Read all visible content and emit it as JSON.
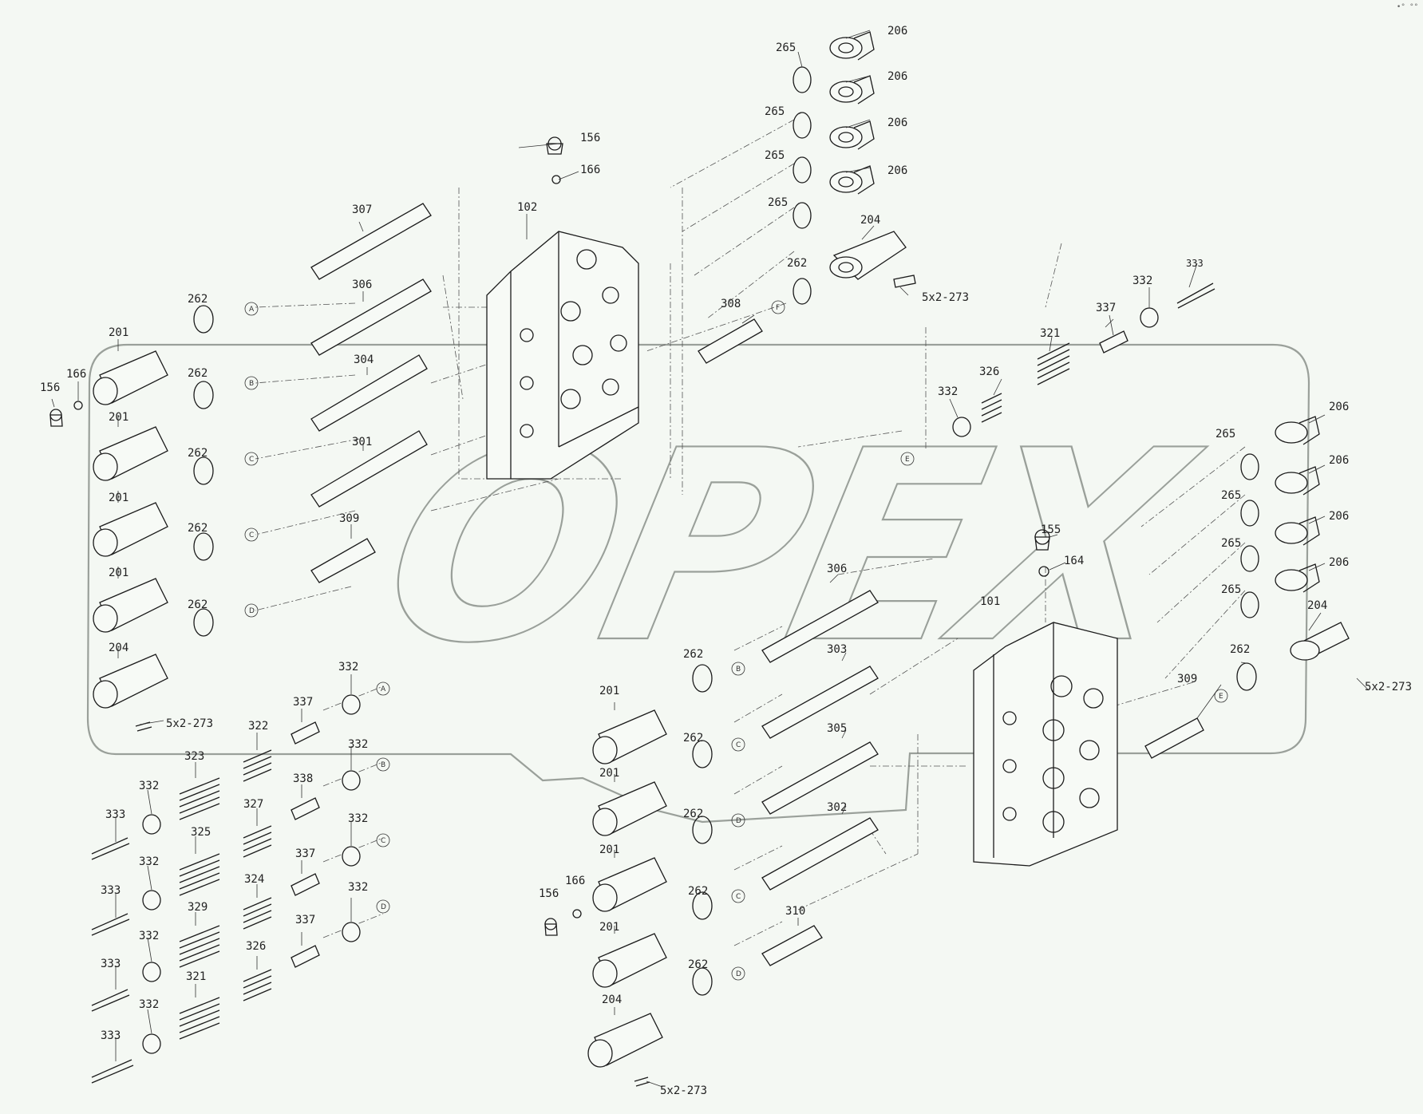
{
  "corner_mark": "•° °°",
  "watermark": "OPEX",
  "part_labels": [
    {
      "id": "lbl-206-a",
      "text": "206"
    },
    {
      "id": "lbl-206-b",
      "text": "206"
    },
    {
      "id": "lbl-206-c",
      "text": "206"
    },
    {
      "id": "lbl-206-d",
      "text": "206"
    },
    {
      "id": "lbl-265-a",
      "text": "265"
    },
    {
      "id": "lbl-265-b",
      "text": "265"
    },
    {
      "id": "lbl-265-c",
      "text": "265"
    },
    {
      "id": "lbl-265-d",
      "text": "265"
    },
    {
      "id": "lbl-156-top",
      "text": "156"
    },
    {
      "id": "lbl-166-top",
      "text": "166"
    },
    {
      "id": "lbl-102",
      "text": "102"
    },
    {
      "id": "lbl-307",
      "text": "307"
    },
    {
      "id": "lbl-204-top",
      "text": "204"
    },
    {
      "id": "lbl-262-top",
      "text": "262"
    },
    {
      "id": "lbl-5x2-top",
      "text": "5x2-273"
    },
    {
      "id": "lbl-332-top",
      "text": "332"
    },
    {
      "id": "lbl-333-top",
      "text": "333"
    },
    {
      "id": "lbl-337-top",
      "text": "337"
    },
    {
      "id": "lbl-306-top",
      "text": "306"
    },
    {
      "id": "lbl-308",
      "text": "308"
    },
    {
      "id": "lbl-321-top",
      "text": "321"
    },
    {
      "id": "lbl-262-l1",
      "text": "262"
    },
    {
      "id": "lbl-201-l1",
      "text": "201"
    },
    {
      "id": "lbl-304",
      "text": "304"
    },
    {
      "id": "lbl-156-left",
      "text": "156"
    },
    {
      "id": "lbl-166-left",
      "text": "166"
    },
    {
      "id": "lbl-262-l2",
      "text": "262"
    },
    {
      "id": "lbl-326-top",
      "text": "326"
    },
    {
      "id": "lbl-332-mid",
      "text": "332"
    },
    {
      "id": "lbl-201-l2",
      "text": "201"
    },
    {
      "id": "lbl-301",
      "text": "301"
    },
    {
      "id": "lbl-262-l3",
      "text": "262"
    },
    {
      "id": "lbl-206-e",
      "text": "206"
    },
    {
      "id": "lbl-265-e",
      "text": "265"
    },
    {
      "id": "lbl-206-f",
      "text": "206"
    },
    {
      "id": "lbl-201-l3",
      "text": "201"
    },
    {
      "id": "lbl-265-f",
      "text": "265"
    },
    {
      "id": "lbl-309-top",
      "text": "309"
    },
    {
      "id": "lbl-262-l4",
      "text": "262"
    },
    {
      "id": "lbl-206-g",
      "text": "206"
    },
    {
      "id": "lbl-155",
      "text": "155"
    },
    {
      "id": "lbl-265-g",
      "text": "265"
    },
    {
      "id": "lbl-164",
      "text": "164"
    },
    {
      "id": "lbl-206-h",
      "text": "206"
    },
    {
      "id": "lbl-201-l4",
      "text": "201"
    },
    {
      "id": "lbl-306-mid",
      "text": "306"
    },
    {
      "id": "lbl-262-l5",
      "text": "262"
    },
    {
      "id": "lbl-265-h",
      "text": "265"
    },
    {
      "id": "lbl-204-right",
      "text": "204"
    },
    {
      "id": "lbl-101",
      "text": "101"
    },
    {
      "id": "lbl-303",
      "text": "303"
    },
    {
      "id": "lbl-204-left",
      "text": "204"
    },
    {
      "id": "lbl-262-m1",
      "text": "262"
    },
    {
      "id": "lbl-262-r1",
      "text": "262"
    },
    {
      "id": "lbl-332-a",
      "text": "332"
    },
    {
      "id": "lbl-201-m1",
      "text": "201"
    },
    {
      "id": "lbl-309-right",
      "text": "309"
    },
    {
      "id": "lbl-5x2-right",
      "text": "5x2-273"
    },
    {
      "id": "lbl-337-a",
      "text": "337"
    },
    {
      "id": "lbl-5x2-left",
      "text": "5x2-273"
    },
    {
      "id": "lbl-322",
      "text": "322"
    },
    {
      "id": "lbl-305",
      "text": "305"
    },
    {
      "id": "lbl-332-b",
      "text": "332"
    },
    {
      "id": "lbl-262-m2",
      "text": "262"
    },
    {
      "id": "lbl-323",
      "text": "323"
    },
    {
      "id": "lbl-201-m2",
      "text": "201"
    },
    {
      "id": "lbl-332-l1",
      "text": "332"
    },
    {
      "id": "lbl-338",
      "text": "338"
    },
    {
      "id": "lbl-327",
      "text": "327"
    },
    {
      "id": "lbl-302",
      "text": "302"
    },
    {
      "id": "lbl-333-l1",
      "text": "333"
    },
    {
      "id": "lbl-262-m3",
      "text": "262"
    },
    {
      "id": "lbl-332-c",
      "text": "332"
    },
    {
      "id": "lbl-325",
      "text": "325"
    },
    {
      "id": "lbl-337-b",
      "text": "337"
    },
    {
      "id": "lbl-332-l2",
      "text": "332"
    },
    {
      "id": "lbl-201-m3",
      "text": "201"
    },
    {
      "id": "lbl-324",
      "text": "324"
    },
    {
      "id": "lbl-333-l2",
      "text": "333"
    },
    {
      "id": "lbl-332-d",
      "text": "332"
    },
    {
      "id": "lbl-156-mid",
      "text": "156"
    },
    {
      "id": "lbl-166-mid",
      "text": "166"
    },
    {
      "id": "lbl-262-m4",
      "text": "262"
    },
    {
      "id": "lbl-329",
      "text": "329"
    },
    {
      "id": "lbl-337-c",
      "text": "337"
    },
    {
      "id": "lbl-310",
      "text": "310"
    },
    {
      "id": "lbl-332-l3",
      "text": "332"
    },
    {
      "id": "lbl-326-low",
      "text": "326"
    },
    {
      "id": "lbl-201-m4",
      "text": "201"
    },
    {
      "id": "lbl-333-l3",
      "text": "333"
    },
    {
      "id": "lbl-262-m5",
      "text": "262"
    },
    {
      "id": "lbl-321-low",
      "text": "321"
    },
    {
      "id": "lbl-332-l4",
      "text": "332"
    },
    {
      "id": "lbl-204-low",
      "text": "204"
    },
    {
      "id": "lbl-333-l4",
      "text": "333"
    },
    {
      "id": "lbl-5x2-low",
      "text": "5x2-273"
    }
  ],
  "circle_labels": [
    {
      "id": "cl-A-1",
      "text": "A"
    },
    {
      "id": "cl-B-1",
      "text": "B"
    },
    {
      "id": "cl-C-1",
      "text": "C"
    },
    {
      "id": "cl-C-2",
      "text": "C"
    },
    {
      "id": "cl-D-1",
      "text": "D"
    },
    {
      "id": "cl-F-1",
      "text": "F"
    },
    {
      "id": "cl-E-1",
      "text": "E"
    },
    {
      "id": "cl-A-2",
      "text": "A"
    },
    {
      "id": "cl-B-2",
      "text": "B"
    },
    {
      "id": "cl-C-3",
      "text": "C"
    },
    {
      "id": "cl-D-2",
      "text": "D"
    },
    {
      "id": "cl-B-3",
      "text": "B"
    },
    {
      "id": "cl-C-4",
      "text": "C"
    },
    {
      "id": "cl-D-3",
      "text": "D"
    },
    {
      "id": "cl-C-5",
      "text": "C"
    },
    {
      "id": "cl-D-4",
      "text": "D"
    },
    {
      "id": "cl-E-2",
      "text": "E"
    }
  ]
}
